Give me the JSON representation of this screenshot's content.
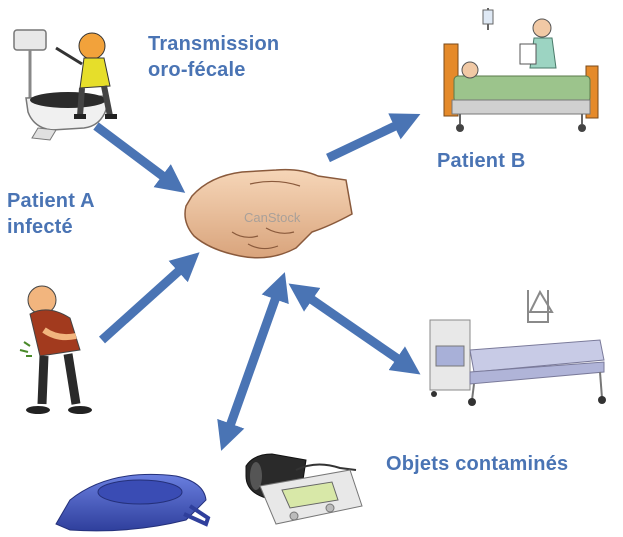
{
  "labels": {
    "transmission": [
      "Transmission",
      "oro-fécale"
    ],
    "patient_b": "Patient B",
    "patient_a": [
      "Patient A",
      "infecté"
    ],
    "objets": "Objets contaminés",
    "watermark": "CanStock"
  },
  "colors": {
    "label_text": "#4a74b4",
    "arrow": "#4a74b4"
  },
  "icons": {
    "toilet_scene": "person-flushing-toilet",
    "handshake": "handshake",
    "hospital_patient": "patient-in-hospital-bed-with-doctor",
    "sick_person": "person-with-stomach-ache",
    "hospital_bed": "empty-hospital-bed",
    "bedpan": "blue-bedpan",
    "blood_pressure_monitor": "blood-pressure-monitor"
  }
}
